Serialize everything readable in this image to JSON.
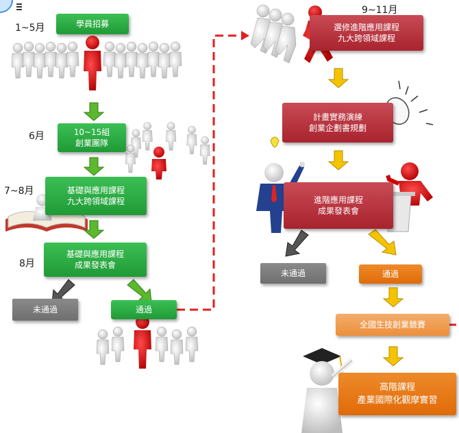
{
  "left": {
    "month1": "1~5月",
    "box1": "學員招募",
    "month2": "6月",
    "box2_line1": "10~15組",
    "box2_line2": "創業團隊",
    "month3": "7~8月",
    "box3_line1": "基礎與應用課程",
    "box3_line2": "九大跨領域課程",
    "month4": "8月",
    "box4_line1": "基礎與應用課程",
    "box4_line2": "成果發表會",
    "fail": "未通過",
    "pass": "通過"
  },
  "right": {
    "month5": "9~11月",
    "box5_line1": "選修進階應用課程",
    "box5_line2": "九大跨領域課程",
    "box6_line1": "計畫實務演練",
    "box6_line2": "創業企劃書規劃",
    "box7_line1": "進階應用課程",
    "box7_line2": "成果發表會",
    "fail": "未通過",
    "pass": "通過",
    "contest": "全國生技創業競賽",
    "final_line1": "高階課程",
    "final_line2": "產業國際化觀摩實習"
  },
  "colors": {
    "green": "#22a03a",
    "red": "#b02a35",
    "gray": "#777777",
    "orange": "#e06b08",
    "arrow_green": "#5cb82e",
    "arrow_yellow": "#f5c400",
    "dash_red": "#e0201f"
  },
  "icons": [
    "crowd-people-icon",
    "team-circle-icon",
    "book-reader-icon",
    "team-group-icon",
    "running-people-icon",
    "lightbulb-icon",
    "presenter-icon",
    "podium-speaker-icon",
    "graduate-icon"
  ]
}
